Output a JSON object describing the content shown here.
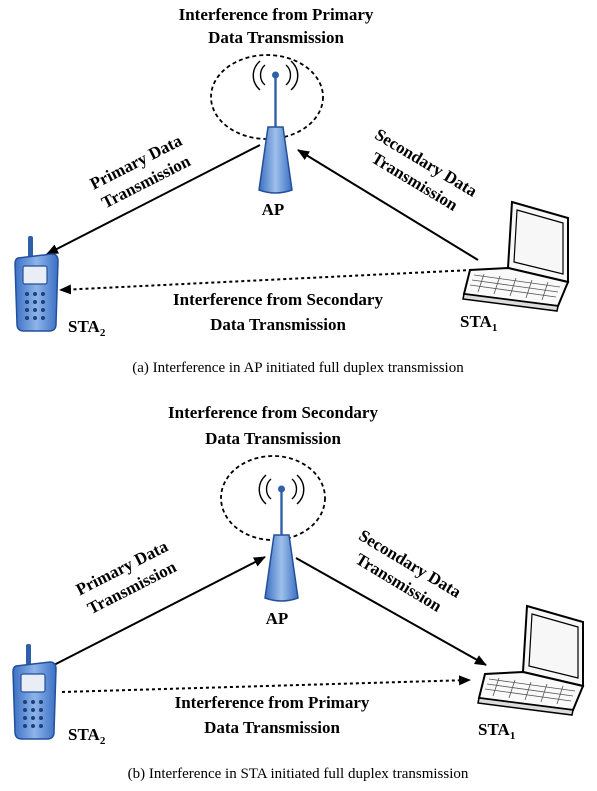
{
  "panel_a": {
    "top_line1": "Interference from Primary",
    "top_line2": "Data Transmission",
    "ap": "AP",
    "left_line1": "Primary Data",
    "left_line2": "Transmission",
    "right_line1": "Secondary Data",
    "right_line2": "Transmission",
    "bottom_line1": "Interference from Secondary",
    "bottom_line2": "Data Transmission",
    "sta_prefix": "STA",
    "sta2_sub": "2",
    "sta1_sub": "1",
    "caption": "(a) Interference in AP initiated full duplex transmission"
  },
  "panel_b": {
    "top_line1": "Interference from Secondary",
    "top_line2": "Data Transmission",
    "ap": "AP",
    "left_line1": "Primary Data",
    "left_line2": "Transmission",
    "right_line1": "Secondary Data",
    "right_line2": "Transmission",
    "bottom_line1": "Interference from Primary",
    "bottom_line2": "Data Transmission",
    "sta_prefix": "STA",
    "sta2_sub": "2",
    "sta1_sub": "1",
    "caption": "(b) Interference in STA initiated full duplex transmission"
  },
  "colors": {
    "device_blue": "#5b8fd6",
    "device_dark": "#2f5fa8",
    "line": "#000000"
  }
}
